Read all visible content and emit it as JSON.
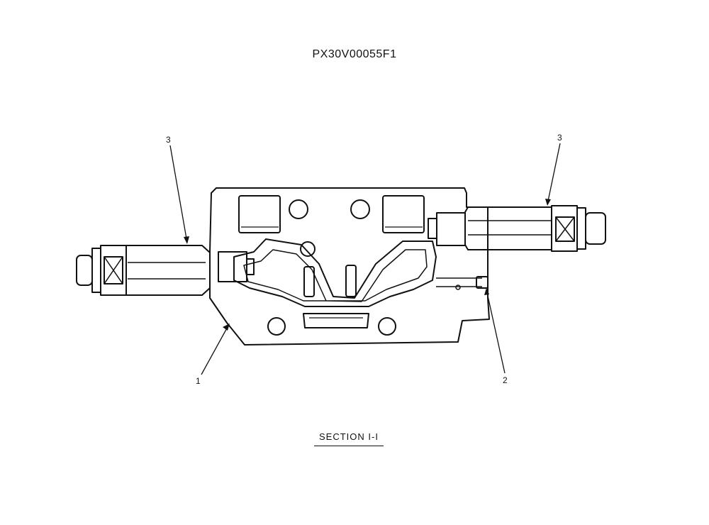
{
  "drawing": {
    "title": "PX30V00055F1",
    "caption": "SECTION I-I"
  },
  "callouts": {
    "left_cartridge": "3",
    "right_cartridge": "3",
    "valve_body": "1",
    "plug": "2"
  }
}
